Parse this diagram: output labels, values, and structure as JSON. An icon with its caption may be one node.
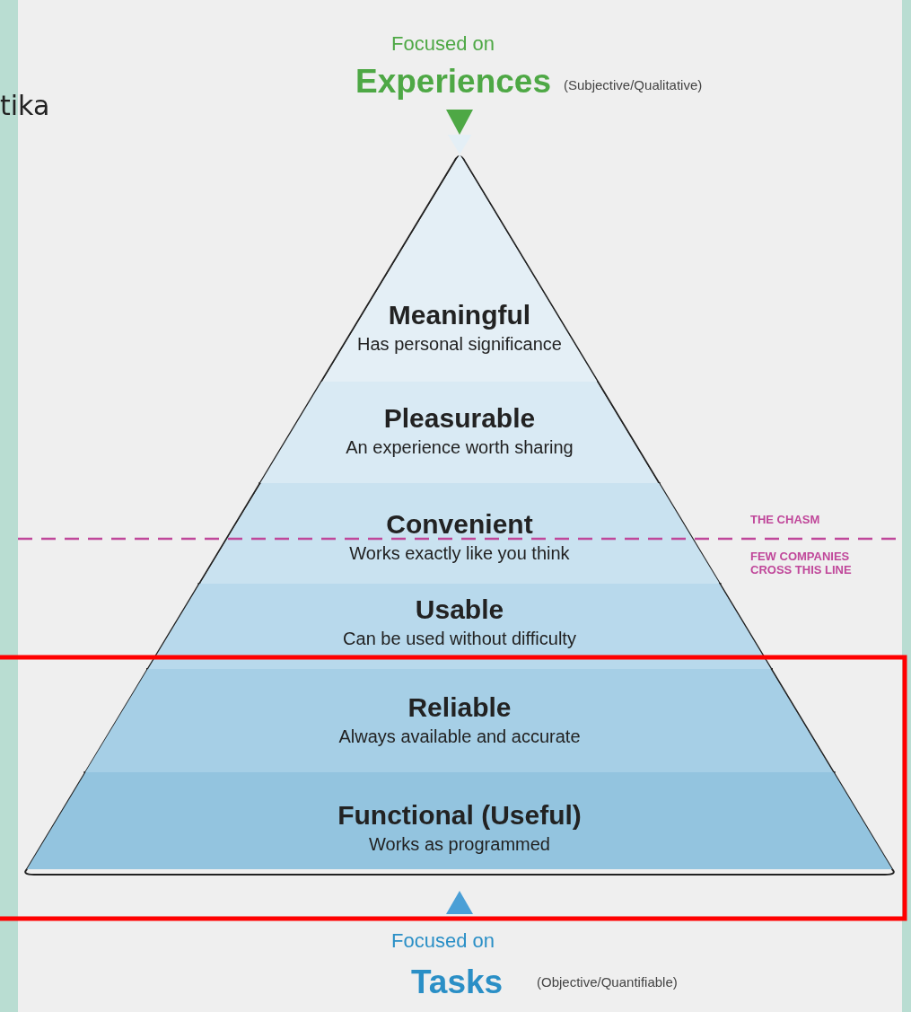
{
  "diagram": {
    "nodes": [
      {
        "text": [
          "Meaningful",
          "Has personal significance"
        ]
      },
      {
        "text": [
          "Pleasurable",
          "An experience worth sharing"
        ]
      },
      {
        "text": [
          "Convenient",
          "Works exactly like you think"
        ]
      },
      {
        "text": [
          "Usable",
          "Can be used without difficulty"
        ]
      },
      {
        "text": [
          "Reliable",
          "Always available and accurate"
        ]
      },
      {
        "text": [
          "Functional (Useful)",
          "Works as programmed"
        ]
      }
    ],
    "edges": [],
    "labels": [
      "Focused on",
      "Experiences",
      "(Subjective/Qualitative)",
      "tika",
      "THE CHASM",
      "FEW COMPANIES CROSS THIS LINE",
      "Focused on",
      "Tasks",
      "(Objective/Quantifiable)"
    ]
  }
}
